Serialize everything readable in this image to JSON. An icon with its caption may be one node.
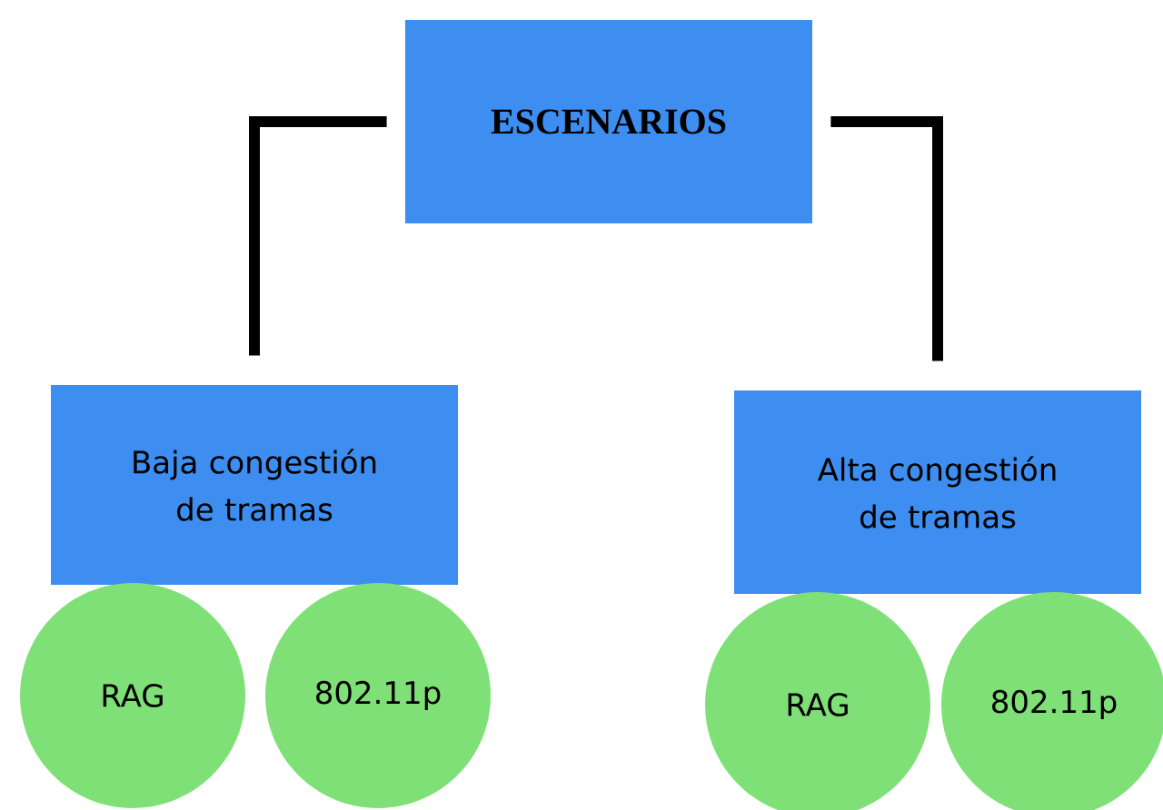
{
  "diagram": {
    "nodes": [
      {
        "text": [
          "ESCENARIOS"
        ]
      },
      {
        "text": [
          "Baja congestión de tramas"
        ]
      },
      {
        "text": [
          "Alta congestión de tramas"
        ]
      },
      {
        "text": [
          "RAG"
        ]
      },
      {
        "text": [
          "802.11p"
        ]
      },
      {
        "text": [
          "RAG"
        ]
      },
      {
        "text": [
          "802.11p"
        ]
      }
    ],
    "edges": [
      {
        "from": 0,
        "to": 1,
        "arrow": "none"
      },
      {
        "from": 0,
        "to": 2,
        "arrow": "none"
      }
    ]
  }
}
